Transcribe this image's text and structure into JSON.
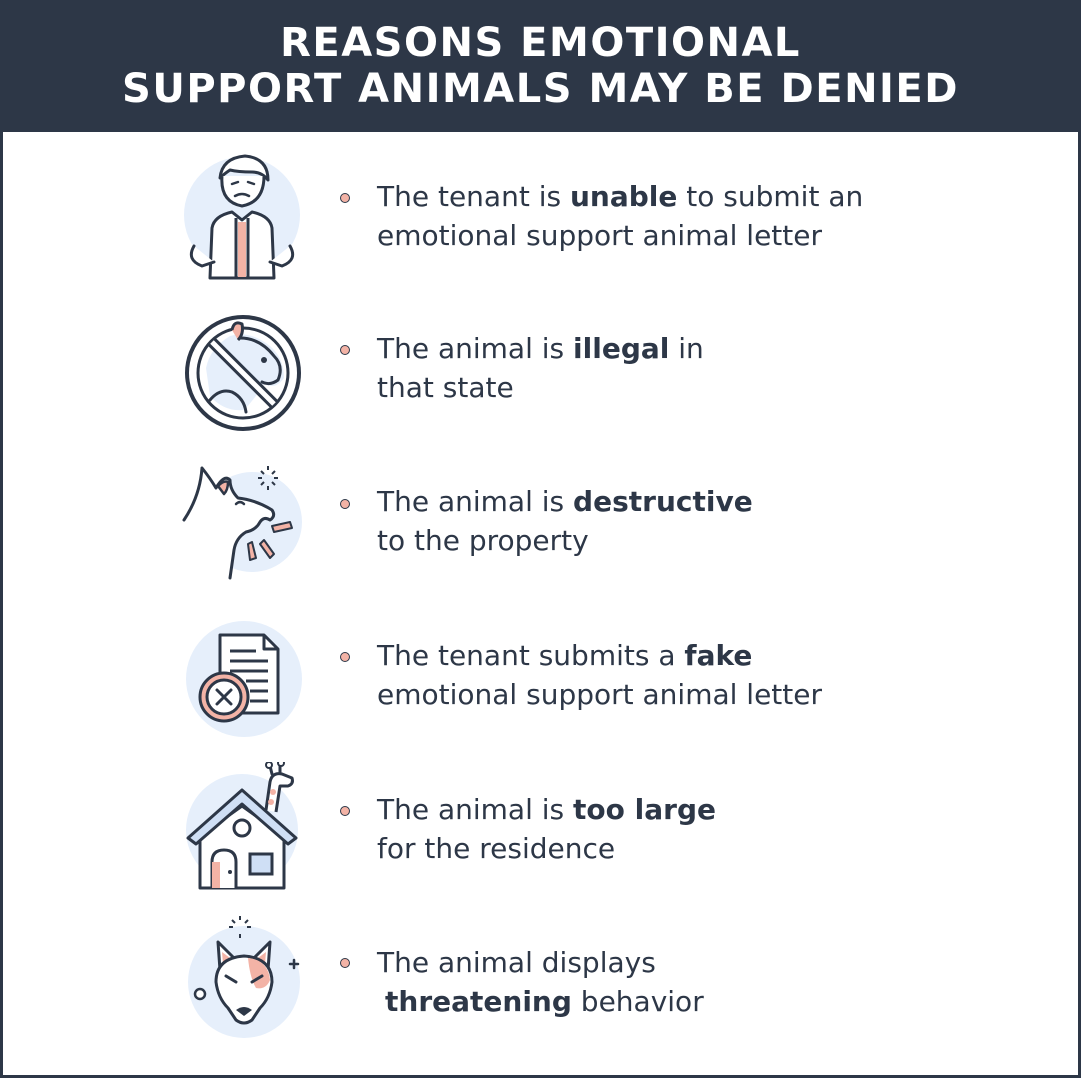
{
  "header": {
    "title_line1": "REASONS EMOTIONAL",
    "title_line2": "SUPPORT ANIMALS MAY BE DENIED"
  },
  "colors": {
    "navy": "#2d3747",
    "accent_pink": "#f3b3a6",
    "icon_circle": "#e6effb"
  },
  "items": [
    {
      "icon": "confused-tenant-icon",
      "line1_pre": "The tenant is ",
      "line1_bold": "unable",
      "line1_post": " to submit an",
      "line2_pre": "emotional support animal letter",
      "line2_bold": "",
      "line2_post": ""
    },
    {
      "icon": "prohibited-animal-icon",
      "line1_pre": "The animal is ",
      "line1_bold": "illegal",
      "line1_post": " in",
      "line2_pre": "that state",
      "line2_bold": "",
      "line2_post": ""
    },
    {
      "icon": "barking-dog-icon",
      "line1_pre": "The animal is ",
      "line1_bold": "destructive",
      "line1_post": "",
      "line2_pre": "to the property",
      "line2_bold": "",
      "line2_post": ""
    },
    {
      "icon": "rejected-document-icon",
      "line1_pre": "The tenant submits a ",
      "line1_bold": "fake",
      "line1_post": "",
      "line2_pre": "emotional support animal letter",
      "line2_bold": "",
      "line2_post": ""
    },
    {
      "icon": "giraffe-house-icon",
      "line1_pre": "The animal is ",
      "line1_bold": "too large",
      "line1_post": "",
      "line2_pre": "for the residence",
      "line2_bold": "",
      "line2_post": ""
    },
    {
      "icon": "angry-dog-icon",
      "line1_pre": "The animal displays",
      "line1_bold": "",
      "line1_post": "",
      "line2_pre": "",
      "line2_bold": "threatening",
      "line2_post": " behavior"
    }
  ]
}
